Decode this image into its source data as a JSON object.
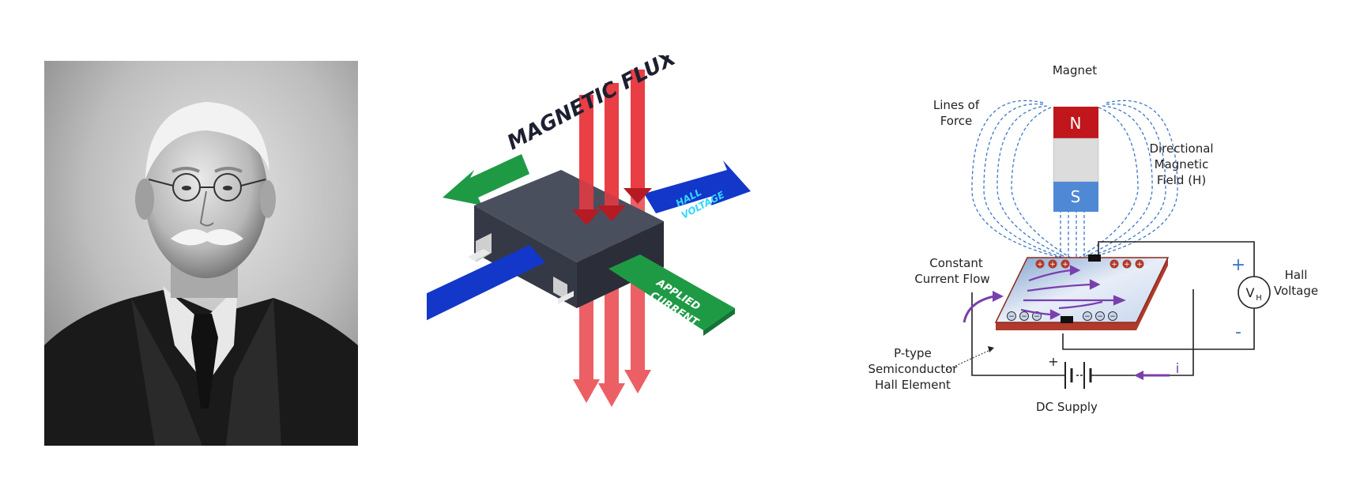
{
  "portrait": {
    "icon": "portrait-photo"
  },
  "sensor": {
    "flux_label": "MAGNETIC FLUX",
    "hall_voltage_line1": "HALL",
    "hall_voltage_line2": "VOLTAGE",
    "applied_current_line1": "APPLIED",
    "applied_current_line2": "CURRENT",
    "colors": {
      "flux": "#e8393f",
      "chip": "#3f4351",
      "green": "#1e9a45",
      "blue": "#1237c9",
      "label_cyan": "#35d7ff"
    }
  },
  "circuit": {
    "magnet_label": "Magnet",
    "north": "N",
    "south": "S",
    "lines_of_force_1": "Lines of",
    "lines_of_force_2": "Force",
    "directional_1": "Directional",
    "directional_2": "Magnetic",
    "directional_3": "Field (H)",
    "constant_1": "Constant",
    "constant_2": "Current Flow",
    "ptype_1": "P-type",
    "ptype_2": "Semiconductor",
    "ptype_3": "Hall Element",
    "hall_1": "Hall",
    "hall_2": "Voltage",
    "plus": "+",
    "minus": "-",
    "battery_plus": "+",
    "vh_v": "V",
    "vh_sub": "H",
    "dc_supply": "DC Supply",
    "current_i": "i",
    "positive_charge": "+",
    "negative_charge": "−",
    "colors": {
      "north": "#c0161c",
      "south": "#4f89d6",
      "middle": "#dcdcdc",
      "field_lines": "#3f78c6",
      "arrows": "#7a3fae",
      "slab_edge": "#b03a2b",
      "slab_top": "#d8e4f4"
    }
  }
}
